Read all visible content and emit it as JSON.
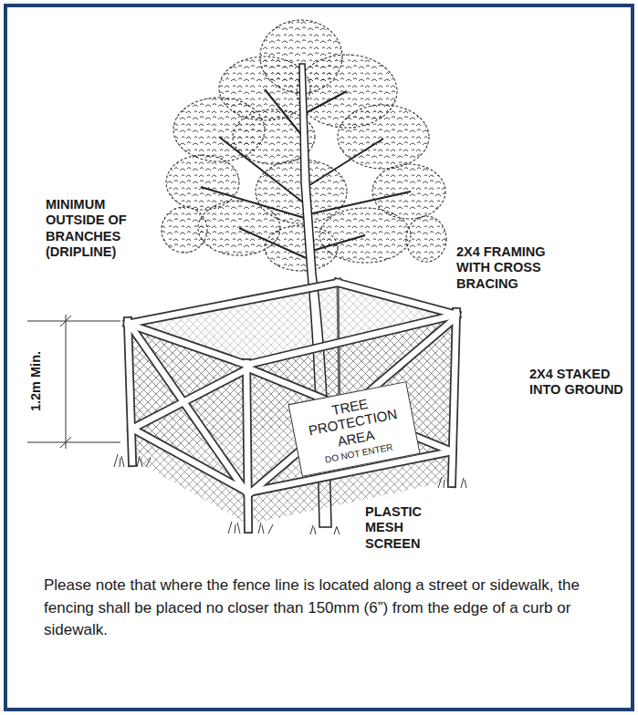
{
  "diagram": {
    "caption": "Please note that where the fence line is located along a street or sidewalk, the fencing shall be placed no closer than 150mm (6”) from the edge of a curb or sidewalk.",
    "nodes": [
      {
        "text": [
          "TREE PROTECTION AREA",
          "DO NOT ENTER"
        ]
      }
    ],
    "labels": [
      "MINIMUM OUTSIDE OF BRANCHES (DRIPLINE)",
      "2X4 FRAMING WITH CROSS BRACING",
      "1.2m Min.",
      "2X4 STAKED INTO GROUND",
      "PLASTIC MESH SCREEN"
    ]
  }
}
